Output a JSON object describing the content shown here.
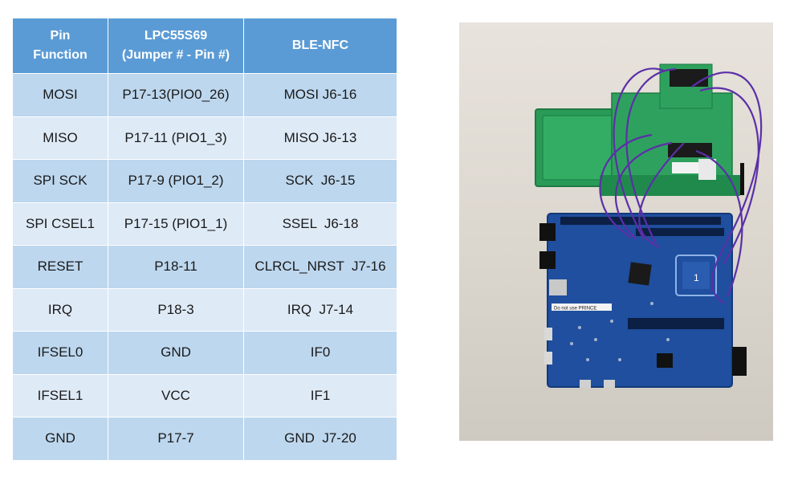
{
  "table": {
    "headers": [
      [
        "Pin",
        "Function"
      ],
      [
        "LPC55S69",
        "(Jumper # - Pin #)"
      ],
      [
        "BLE-NFC"
      ]
    ],
    "rows": [
      [
        "MOSI",
        "P17-13(PIO0_26)",
        "MOSI J6-16"
      ],
      [
        "MISO",
        "P17-11 (PIO1_3)",
        "MISO J6-13"
      ],
      [
        "SPI SCK",
        "P17-9 (PIO1_2)",
        "SCK  J6-15"
      ],
      [
        "SPI CSEL1",
        "P17-15 (PIO1_1)",
        "SSEL  J6-18"
      ],
      [
        "RESET",
        "P18-11",
        "CLRCL_NRST  J7-16"
      ],
      [
        "IRQ",
        "P18-3",
        "IRQ  J7-14"
      ],
      [
        "IFSEL0",
        "GND",
        "IF0"
      ],
      [
        "IFSEL1",
        "VCC",
        "IF1"
      ],
      [
        "GND",
        "P17-7",
        "GND  J7-20"
      ]
    ]
  },
  "photo": {
    "board_number": "1",
    "warning_sticker": "Do not use PRINCE",
    "colors": {
      "header_blue": "#5b9bd5",
      "row_dark": "#bdd7ee",
      "row_light": "#deeaf6",
      "pcb_blue": "#1c4f9c",
      "pcb_green": "#28a05a",
      "wire_purple": "#5b2fa8"
    }
  }
}
